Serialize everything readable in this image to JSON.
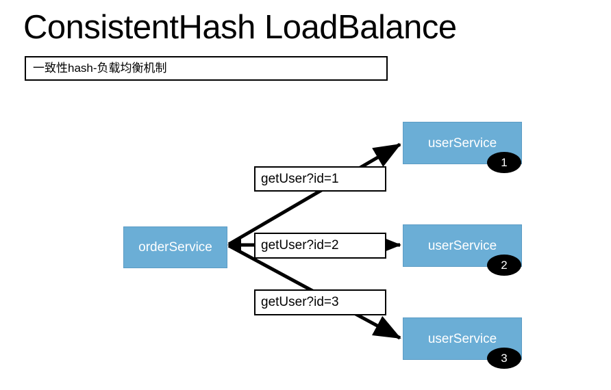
{
  "header": {
    "title": "ConsistentHash LoadBalance",
    "subtitle": "一致性hash-负载均衡机制"
  },
  "diagram": {
    "source_node": {
      "label": "orderService",
      "fill_color": "#6BAED6",
      "text_color": "#FFFFFF"
    },
    "target_nodes": [
      {
        "label": "userService",
        "badge": "1",
        "fill_color": "#6BAED6",
        "badge_color": "#000000"
      },
      {
        "label": "userService",
        "badge": "2",
        "fill_color": "#6BAED6",
        "badge_color": "#000000"
      },
      {
        "label": "userService",
        "badge": "3",
        "fill_color": "#6BAED6",
        "badge_color": "#000000"
      }
    ],
    "edges": [
      {
        "label": "getUser?id=1",
        "from": "orderService",
        "to": "userService 1"
      },
      {
        "label": "getUser?id=2",
        "from": "orderService",
        "to": "userService 2"
      },
      {
        "label": "getUser?id=3",
        "from": "orderService",
        "to": "userService 3"
      }
    ],
    "colors": {
      "node_fill": "#6BAED6",
      "line": "#000000",
      "background": "#FFFFFF",
      "badge_fill": "#000000"
    }
  }
}
